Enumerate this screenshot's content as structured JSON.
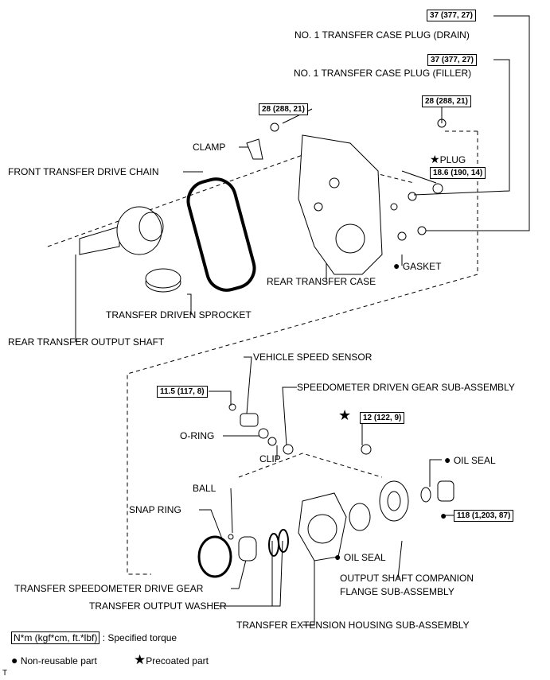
{
  "torque": {
    "drain": "37 (377, 27)",
    "filler": "37 (377, 27)",
    "clamp_bolt": "28 (288, 21)",
    "case_bolt": "28 (288, 21)",
    "plug": "18.6 (190, 14)",
    "speed_sensor": "11.5 (117, 8)",
    "housing_bolt": "12 (122, 9)",
    "nut": "118 (1,203, 87)"
  },
  "labels": {
    "drain": "NO. 1 TRANSFER CASE PLUG (DRAIN)",
    "filler": "NO. 1 TRANSFER CASE PLUG (FILLER)",
    "clamp": "CLAMP",
    "chain": "FRONT TRANSFER DRIVE CHAIN",
    "plug": "PLUG",
    "gasket": "GASKET",
    "rear_case": "REAR TRANSFER CASE",
    "sprocket": "TRANSFER DRIVEN SPROCKET",
    "output_shaft": "REAR TRANSFER OUTPUT SHAFT",
    "speed_sensor": "VEHICLE SPEED SENSOR",
    "driven_gear": "SPEEDOMETER DRIVEN GEAR SUB-ASSEMBLY",
    "o_ring": "O-RING",
    "clip": "CLIP",
    "oil_seal_1": "OIL SEAL",
    "ball": "BALL",
    "snap_ring": "SNAP RING",
    "oil_seal_2": "OIL SEAL",
    "flange_1": "OUTPUT SHAFT COMPANION",
    "flange_2": "FLANGE SUB-ASSEMBLY",
    "drive_gear": "TRANSFER SPEEDOMETER DRIVE GEAR",
    "washer": "TRANSFER OUTPUT WASHER",
    "housing": "TRANSFER EXTENSION HOUSING SUB-ASSEMBLY"
  },
  "legend": {
    "torque_unit": "N*m (kgf*cm, ft.*lbf)",
    "torque_desc": ": Specified torque",
    "non_reusable": "Non-reusable part",
    "precoated": "Precoated part",
    "footer": "T"
  },
  "symbols": {
    "non_reusable": "●",
    "precoated": "★"
  }
}
